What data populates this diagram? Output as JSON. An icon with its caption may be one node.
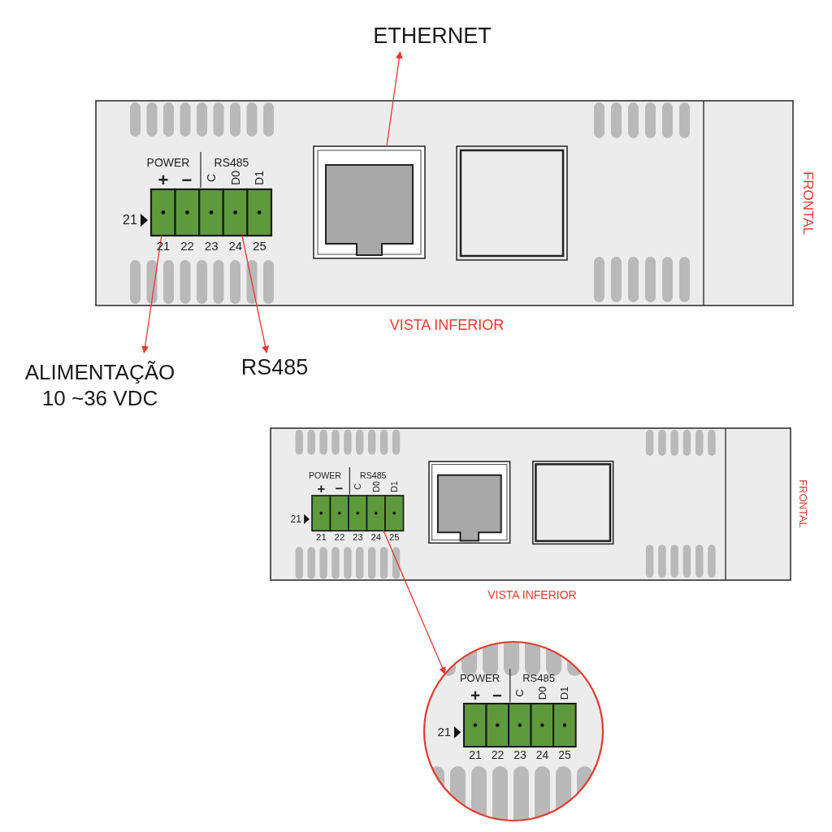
{
  "diagram": {
    "nodes": [
      {
        "text": [
          "ETHERNET"
        ]
      },
      {
        "text": [],
        "shape": "picture"
      },
      {
        "text": [],
        "shape": "box"
      },
      {
        "text": [
          "ALIMENTAÇÃO 10 ~36 VDC"
        ]
      },
      {
        "text": [
          "RS485"
        ]
      },
      {
        "text": [],
        "shape": "box"
      },
      {
        "text": [],
        "shape": "circle"
      }
    ],
    "edges": [
      {
        "from": 1,
        "to": 0,
        "arrow": "to"
      },
      {
        "from": 2,
        "to": 3,
        "arrow": "to"
      },
      {
        "from": 2,
        "to": 4,
        "arrow": "to"
      },
      {
        "from": 5,
        "to": 6,
        "arrow": "to"
      }
    ],
    "labels": [
      "POWER",
      "RS485",
      "+",
      "−",
      "C",
      "D0",
      "D1",
      "21",
      "21",
      "22",
      "23",
      "24",
      "25",
      "FRONTAL",
      "VISTA INFERIOR",
      "POWER",
      "RS485",
      "+",
      "−",
      "C",
      "D0",
      "D1",
      "21",
      "21",
      "22",
      "23",
      "24",
      "25",
      "FRONTAL",
      "VISTA INFERIOR",
      "POWER",
      "RS485",
      "+",
      "−",
      "C",
      "D0",
      "D1",
      "21",
      "21",
      "22",
      "23",
      "24",
      "25"
    ]
  }
}
